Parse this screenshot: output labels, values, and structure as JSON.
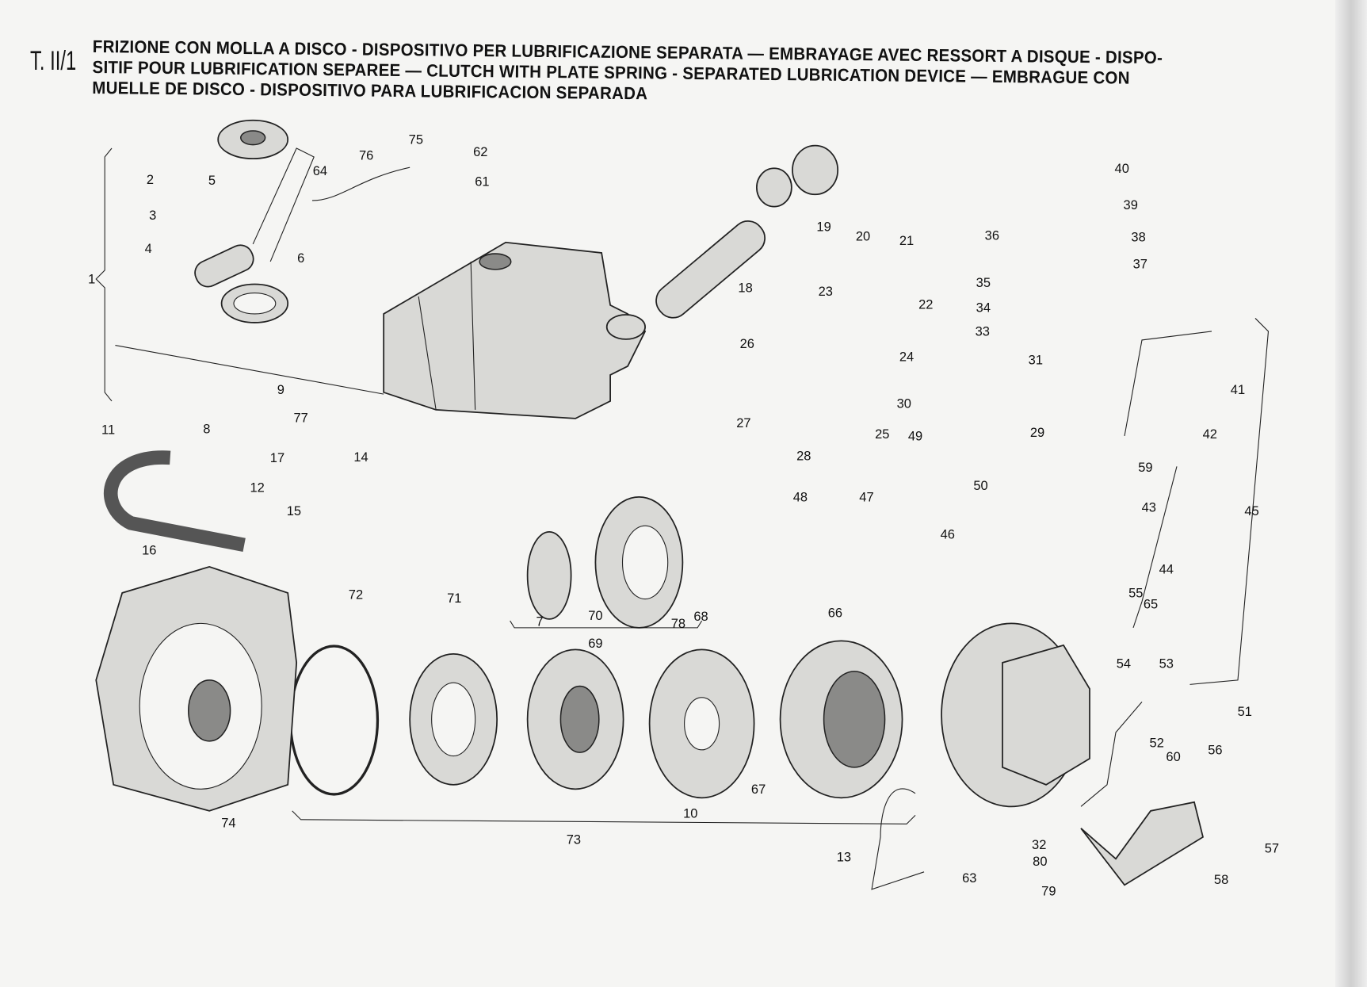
{
  "plate_id": "T. II/1",
  "title_lines": [
    "FRIZIONE CON MOLLA A DISCO - DISPOSITIVO PER LUBRIFICAZIONE SEPARATA — EMBRAYAGE AVEC RESSORT A DISQUE - DISPO-",
    "SITIF POUR LUBRIFICATION SEPAREE — CLUTCH WITH PLATE SPRING - SEPARATED LUBRICATION DEVICE — EMBRAGUE CON",
    "MUELLE DE DISCO - DISPOSITIVO PARA LUBRIFICACION SEPARADA"
  ],
  "callouts": [
    "1",
    "2",
    "3",
    "4",
    "5",
    "6",
    "7",
    "8",
    "9",
    "10",
    "11",
    "12",
    "13",
    "14",
    "15",
    "16",
    "17",
    "18",
    "19",
    "20",
    "21",
    "22",
    "23",
    "24",
    "25",
    "26",
    "27",
    "28",
    "29",
    "30",
    "31",
    "32",
    "33",
    "34",
    "35",
    "36",
    "37",
    "38",
    "39",
    "40",
    "41",
    "42",
    "43",
    "44",
    "45",
    "46",
    "47",
    "48",
    "49",
    "50",
    "51",
    "52",
    "53",
    "54",
    "55",
    "56",
    "57",
    "58",
    "59",
    "60",
    "61",
    "62",
    "63",
    "64",
    "65",
    "66",
    "67",
    "68",
    "69",
    "70",
    "71",
    "72",
    "73",
    "74",
    "75",
    "76",
    "77",
    "78",
    "79",
    "80"
  ]
}
